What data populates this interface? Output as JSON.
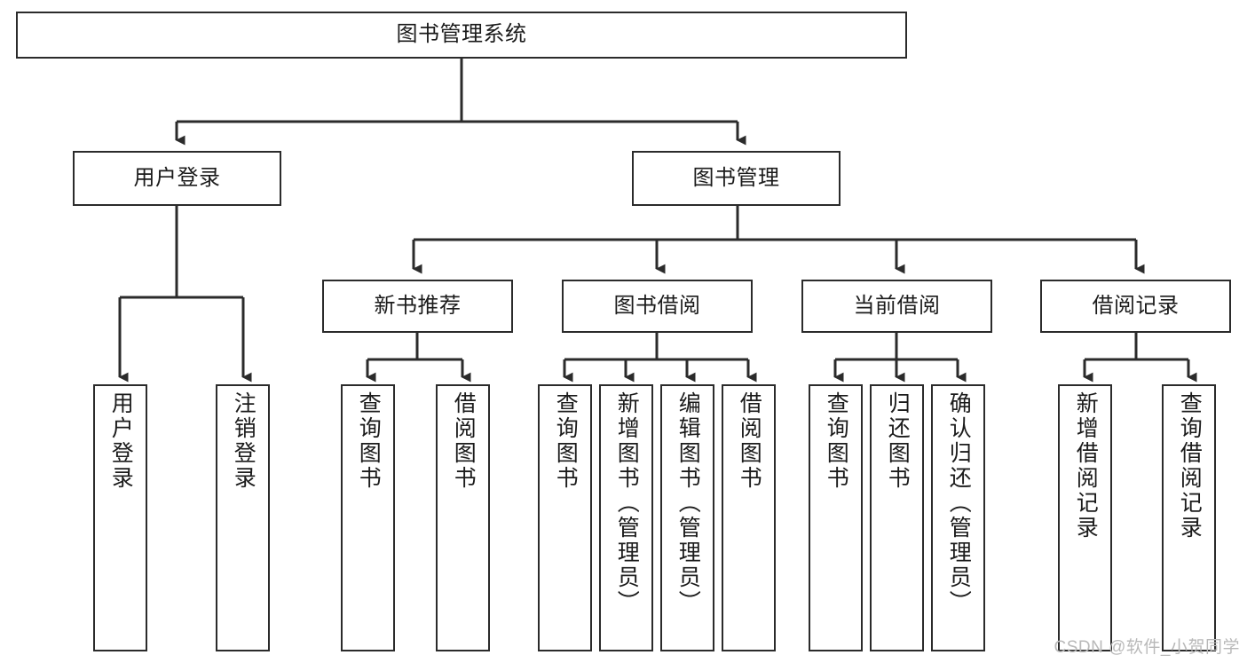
{
  "diagram": {
    "title": "图书管理系统",
    "type": "tree-hierarchy",
    "watermark": "CSDN @软件_小贺同学",
    "colors": {
      "box_border": "#2b2b2b",
      "box_fill": "#ffffff",
      "edge": "#2b2b2b",
      "text": "#1b1b1b",
      "watermark": "#b9b9b9"
    },
    "root": {
      "label": "图书管理系统"
    },
    "level2": [
      {
        "id": "user-login",
        "label": "用户登录"
      },
      {
        "id": "book-manage",
        "label": "图书管理"
      }
    ],
    "level3": [
      {
        "id": "new-book-rec",
        "label": "新书推荐"
      },
      {
        "id": "book-borrow",
        "label": "图书借阅"
      },
      {
        "id": "current-borrow",
        "label": "当前借阅"
      },
      {
        "id": "borrow-record",
        "label": "借阅记录"
      }
    ],
    "leaves": {
      "user-login": [
        {
          "id": "leaf-user-login",
          "label": "用户登录"
        },
        {
          "id": "leaf-logout",
          "label": "注销登录"
        }
      ],
      "new-book-rec": [
        {
          "id": "leaf-query-book-1",
          "label": "查询图书"
        },
        {
          "id": "leaf-borrow-book-1",
          "label": "借阅图书"
        }
      ],
      "book-borrow": [
        {
          "id": "leaf-query-book-2",
          "label": "查询图书"
        },
        {
          "id": "leaf-add-book",
          "label": "新增图书（管理员）"
        },
        {
          "id": "leaf-edit-book",
          "label": "编辑图书（管理员）"
        },
        {
          "id": "leaf-borrow-book-2",
          "label": "借阅图书"
        }
      ],
      "current-borrow": [
        {
          "id": "leaf-query-book-3",
          "label": "查询图书"
        },
        {
          "id": "leaf-return-book",
          "label": "归还图书"
        },
        {
          "id": "leaf-confirm-return",
          "label": "确认归还（管理员）"
        }
      ],
      "borrow-record": [
        {
          "id": "leaf-add-record",
          "label": "新增借阅记录"
        },
        {
          "id": "leaf-query-record",
          "label": "查询借阅记录"
        }
      ]
    }
  }
}
